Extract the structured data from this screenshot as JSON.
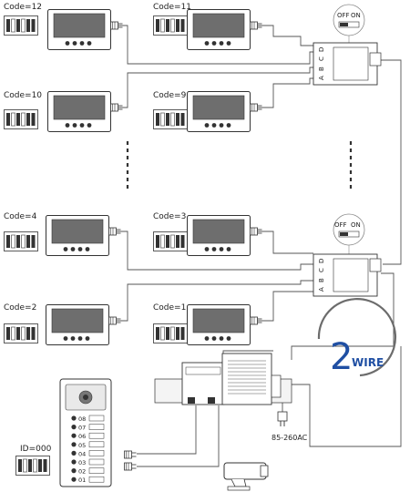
{
  "monitors": [
    {
      "label": "Code=12"
    },
    {
      "label": "Code=11"
    },
    {
      "label": "Code=10"
    },
    {
      "label": "Code=9"
    },
    {
      "label": "Code=4"
    },
    {
      "label": "Code=3"
    },
    {
      "label": "Code=2"
    },
    {
      "label": "Code=1"
    }
  ],
  "distributors": [
    {
      "switch_off": "OFF",
      "switch_on": "ON",
      "ports": [
        "A",
        "B",
        "C",
        "D"
      ]
    },
    {
      "switch_off": "OFF",
      "switch_on": "ON",
      "ports": [
        "A",
        "B",
        "C",
        "D"
      ]
    }
  ],
  "door_station": {
    "id_label": "ID=000",
    "buttons": [
      "08",
      "07",
      "06",
      "05",
      "04",
      "03",
      "02",
      "01"
    ]
  },
  "power": {
    "label": "85-260AC"
  },
  "logo": {
    "number": "2",
    "word": "WIRE",
    "color": "#1f4fa3"
  },
  "colors": {
    "wire": "#555555",
    "screen": "#6e6e6e",
    "frame": "#333333",
    "logo_ring": "#6c6c6c"
  }
}
